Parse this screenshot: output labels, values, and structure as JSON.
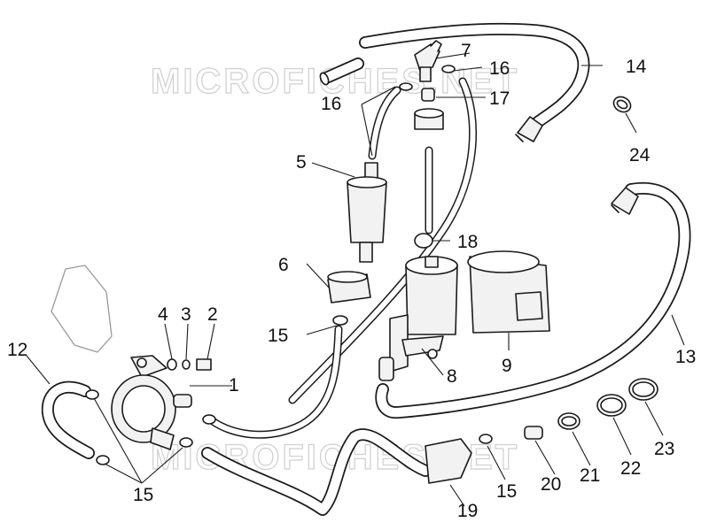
{
  "watermark": "MICROFICHES.NET",
  "labels": {
    "l1": "1",
    "l2": "2",
    "l3": "3",
    "l4": "4",
    "l5": "5",
    "l6": "6",
    "l7": "7",
    "l8": "8",
    "l9": "9",
    "l12": "12",
    "l13": "13",
    "l14": "14",
    "l15a": "15",
    "l15b": "15",
    "l15c": "15",
    "l16a": "16",
    "l16b": "16",
    "l17": "17",
    "l18": "18",
    "l19": "19",
    "l20": "20",
    "l21": "21",
    "l22": "22",
    "l23": "23",
    "l24": "24"
  }
}
